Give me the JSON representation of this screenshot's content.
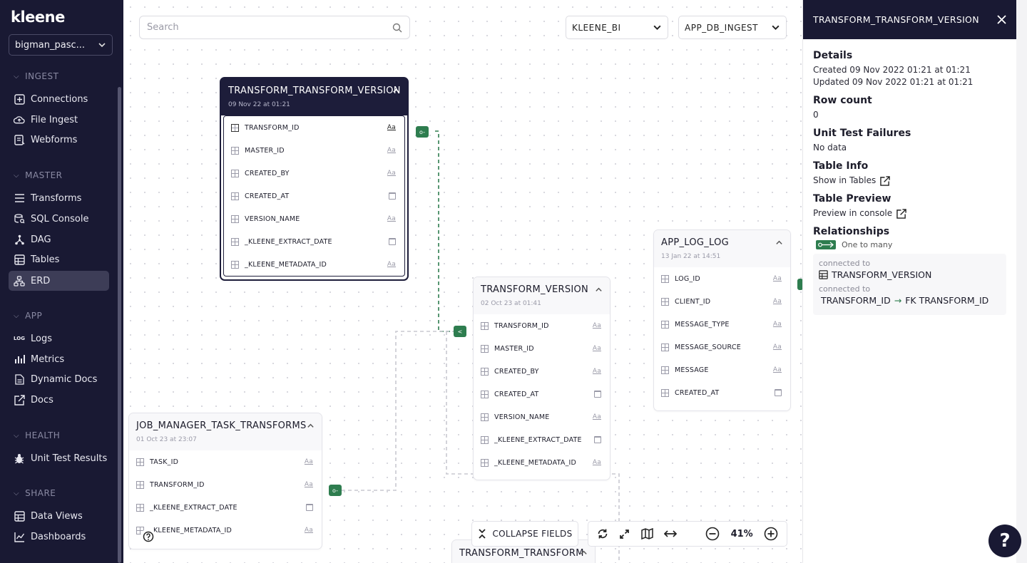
{
  "sidebar": {
    "logo": "kleene",
    "account": "bigman_pasc...",
    "sections": {
      "ingest": "INGEST",
      "master": "MASTER",
      "app": "APP",
      "health": "HEALTH",
      "share": "SHARE"
    },
    "items": {
      "connections": "Connections",
      "file_ingest": "File Ingest",
      "webforms": "Webforms",
      "transforms": "Transforms",
      "sql_console": "SQL Console",
      "dag": "DAG",
      "tables": "Tables",
      "erd": "ERD",
      "logs": "Logs",
      "logs_icon_text": "LOG",
      "metrics": "Metrics",
      "dynamic_docs": "Dynamic Docs",
      "docs": "Docs",
      "unit_test_results": "Unit Test Results",
      "data_views": "Data Views",
      "dashboards": "Dashboards"
    }
  },
  "toolbar": {
    "search_placeholder": "Search",
    "database": "KLEENE_BI",
    "schema": "APP_DB_INGEST"
  },
  "tables": {
    "t1": {
      "name": "TRANSFORM_TRANSFORM_VERSION",
      "date": "09 Nov 22 at 01:21",
      "fields": [
        "TRANSFORM_ID",
        "MASTER_ID",
        "CREATED_BY",
        "CREATED_AT",
        "VERSION_NAME",
        "_KLEENE_EXTRACT_DATE",
        "_KLEENE_METADATA_ID"
      ]
    },
    "t2": {
      "name": "TRANSFORM_VERSION",
      "date": "02 Oct 23 at 01:41",
      "fields": [
        "TRANSFORM_ID",
        "MASTER_ID",
        "CREATED_BY",
        "CREATED_AT",
        "VERSION_NAME",
        "_KLEENE_EXTRACT_DATE",
        "_KLEENE_METADATA_ID"
      ]
    },
    "t3": {
      "name": "APP_LOG_LOG",
      "date": "13 Jan 22 at 14:51",
      "fields": [
        "LOG_ID",
        "CLIENT_ID",
        "MESSAGE_TYPE",
        "MESSAGE_SOURCE",
        "MESSAGE",
        "CREATED_AT"
      ]
    },
    "t4": {
      "name": "JOB_MANAGER_TASK_TRANSFORMS",
      "date": "01 Oct 23 at 23:07",
      "fields": [
        "TASK_ID",
        "TRANSFORM_ID",
        "_KLEENE_EXTRACT_DATE",
        "_KLEENE_METADATA_ID"
      ]
    },
    "t5": {
      "name": "TRANSFORM_TRANSFORM"
    },
    "type_text": "Aa"
  },
  "controls": {
    "collapse": "COLLAPSE FIELDS",
    "zoom": "41%"
  },
  "panel": {
    "title": "TRANSFORM_TRANSFORM_VERSION",
    "details_h": "Details",
    "created": "Created 09 Nov 2022 01:21 at 01:21",
    "updated": "Updated 09 Nov 2022 01:21 at 01:21",
    "row_count_h": "Row count",
    "row_count": "0",
    "utf_h": "Unit Test Failures",
    "utf": "No data",
    "table_info_h": "Table Info",
    "show_in_tables": "Show in Tables",
    "preview_h": "Table Preview",
    "preview_link": "Preview in console",
    "rel_h": "Relationships",
    "rel_type": "One to many",
    "connected_to_1": "connected to",
    "connected_table": "TRANSFORM_VERSION",
    "connected_to_2": "connected to",
    "fk_from": "TRANSFORM_ID",
    "fk_to": "FK TRANSFORM_ID"
  },
  "help": "?"
}
